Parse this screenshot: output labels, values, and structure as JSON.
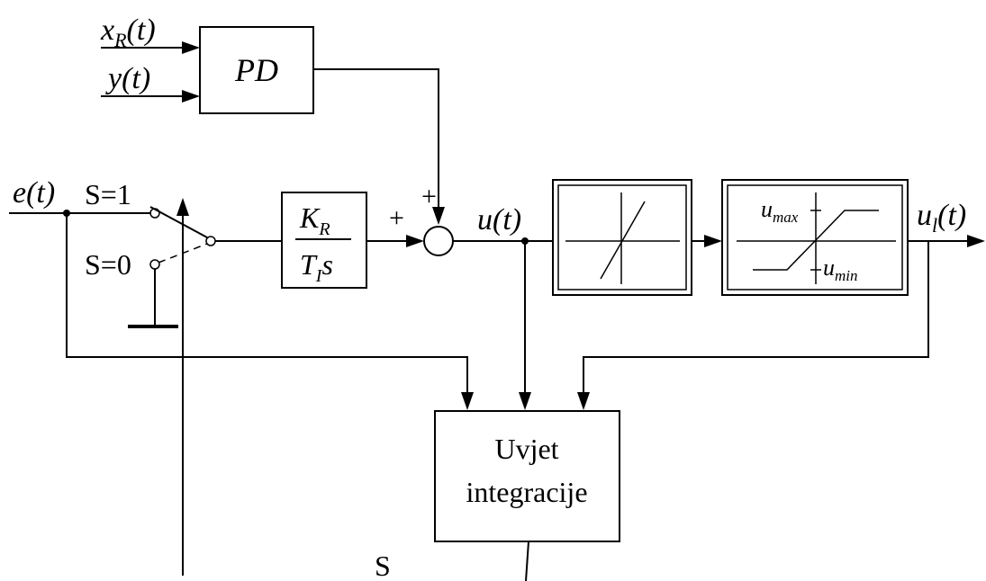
{
  "inputs": {
    "x_r": {
      "base": "x",
      "sub": "R",
      "suffix": "(t)"
    },
    "y": "y(t)",
    "e": "e(t)"
  },
  "blocks": {
    "pd": "PD",
    "integrator": {
      "num_base": "K",
      "num_sub": "R",
      "den_base": "T",
      "den_sub": "I",
      "den_suffix": "s"
    },
    "condition": {
      "line1": "Uvjet",
      "line2": "integracije"
    },
    "limiter": {
      "max_base": "u",
      "max_sub": "max",
      "min_base": "u",
      "min_sub": "min"
    }
  },
  "switch": {
    "s1": "S=1",
    "s0": "S=0",
    "control": "S"
  },
  "summer": {
    "plus_left": "+",
    "plus_top": "+"
  },
  "signals": {
    "u": "u(t)",
    "u_l": {
      "base": "u",
      "sub": "l",
      "suffix": "(t)"
    }
  }
}
